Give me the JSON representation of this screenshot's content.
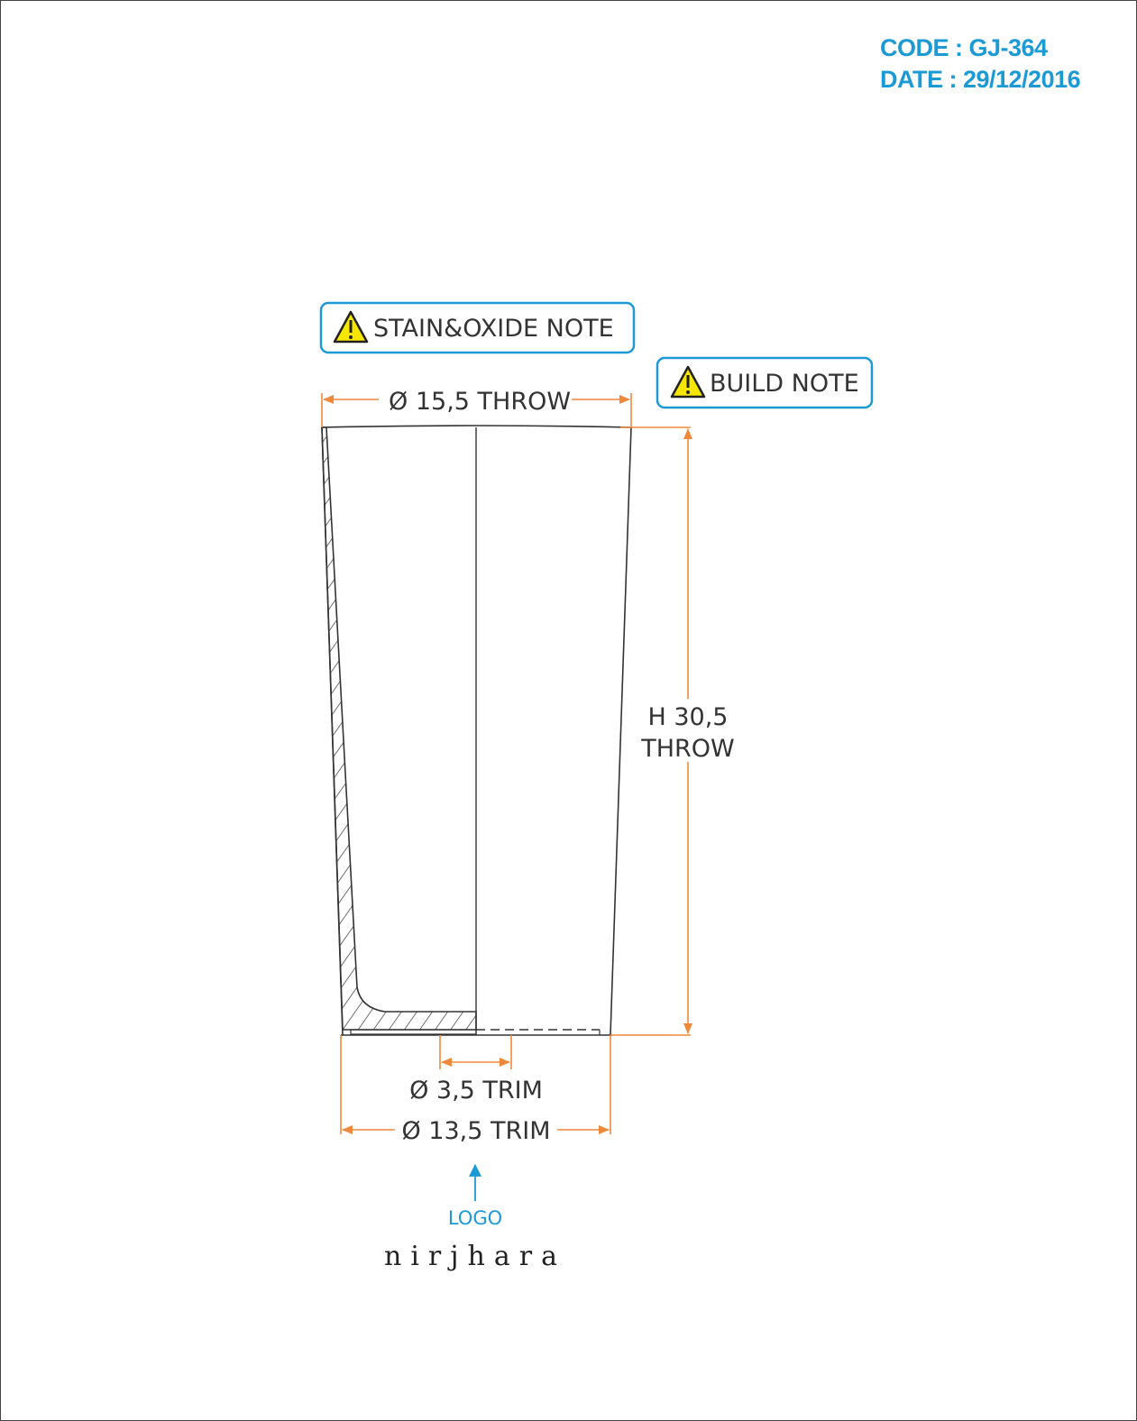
{
  "header": {
    "code_label": "CODE : GJ-364",
    "date_label": "DATE : 29/12/2016"
  },
  "notes": {
    "stain_oxide": "STAIN&OXIDE NOTE",
    "build": "BUILD NOTE"
  },
  "dimensions": {
    "top_diameter": "Ø 15,5 THROW",
    "height_line1": "H 30,5",
    "height_line2": "THROW",
    "foot_diameter": "Ø 3,5 TRIM",
    "base_diameter": "Ø 13,5 TRIM"
  },
  "logo": {
    "label": "LOGO",
    "brand": "nirjhara"
  },
  "colors": {
    "accent_blue": "#1c9ad6",
    "dimension_orange": "#f0883a",
    "warning_yellow": "#f7e600",
    "line": "#333333"
  },
  "icons": {
    "warning": "warning-triangle-icon"
  }
}
